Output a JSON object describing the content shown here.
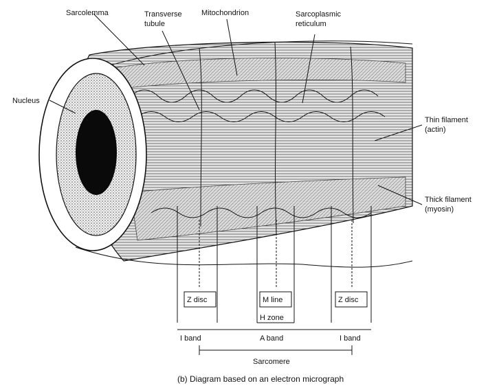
{
  "labels": {
    "sarcolemma": "Sarcolemma",
    "t_tubule_1": "Transverse",
    "t_tubule_2": "tubule",
    "mitochondrion": "Mitochondrion",
    "sr_1": "Sarcoplasmic",
    "sr_2": "reticulum",
    "nucleus": "Nucleus",
    "thin_1": "Thin filament",
    "thin_2": "(actin)",
    "thick_1": "Thick filament",
    "thick_2": "(myosin)",
    "z_disc_left": "Z disc",
    "m_line": "M line",
    "z_disc_right": "Z disc",
    "h_zone": "H zone",
    "i_band_left": "I band",
    "a_band": "A band",
    "i_band_right": "I band",
    "sarcomere": "Sarcomere"
  },
  "caption": "(b) Diagram based on an electron micrograph",
  "colors": {
    "ink": "#111111",
    "grey": "#8a8a8a",
    "dark": "#0a0a0a"
  }
}
